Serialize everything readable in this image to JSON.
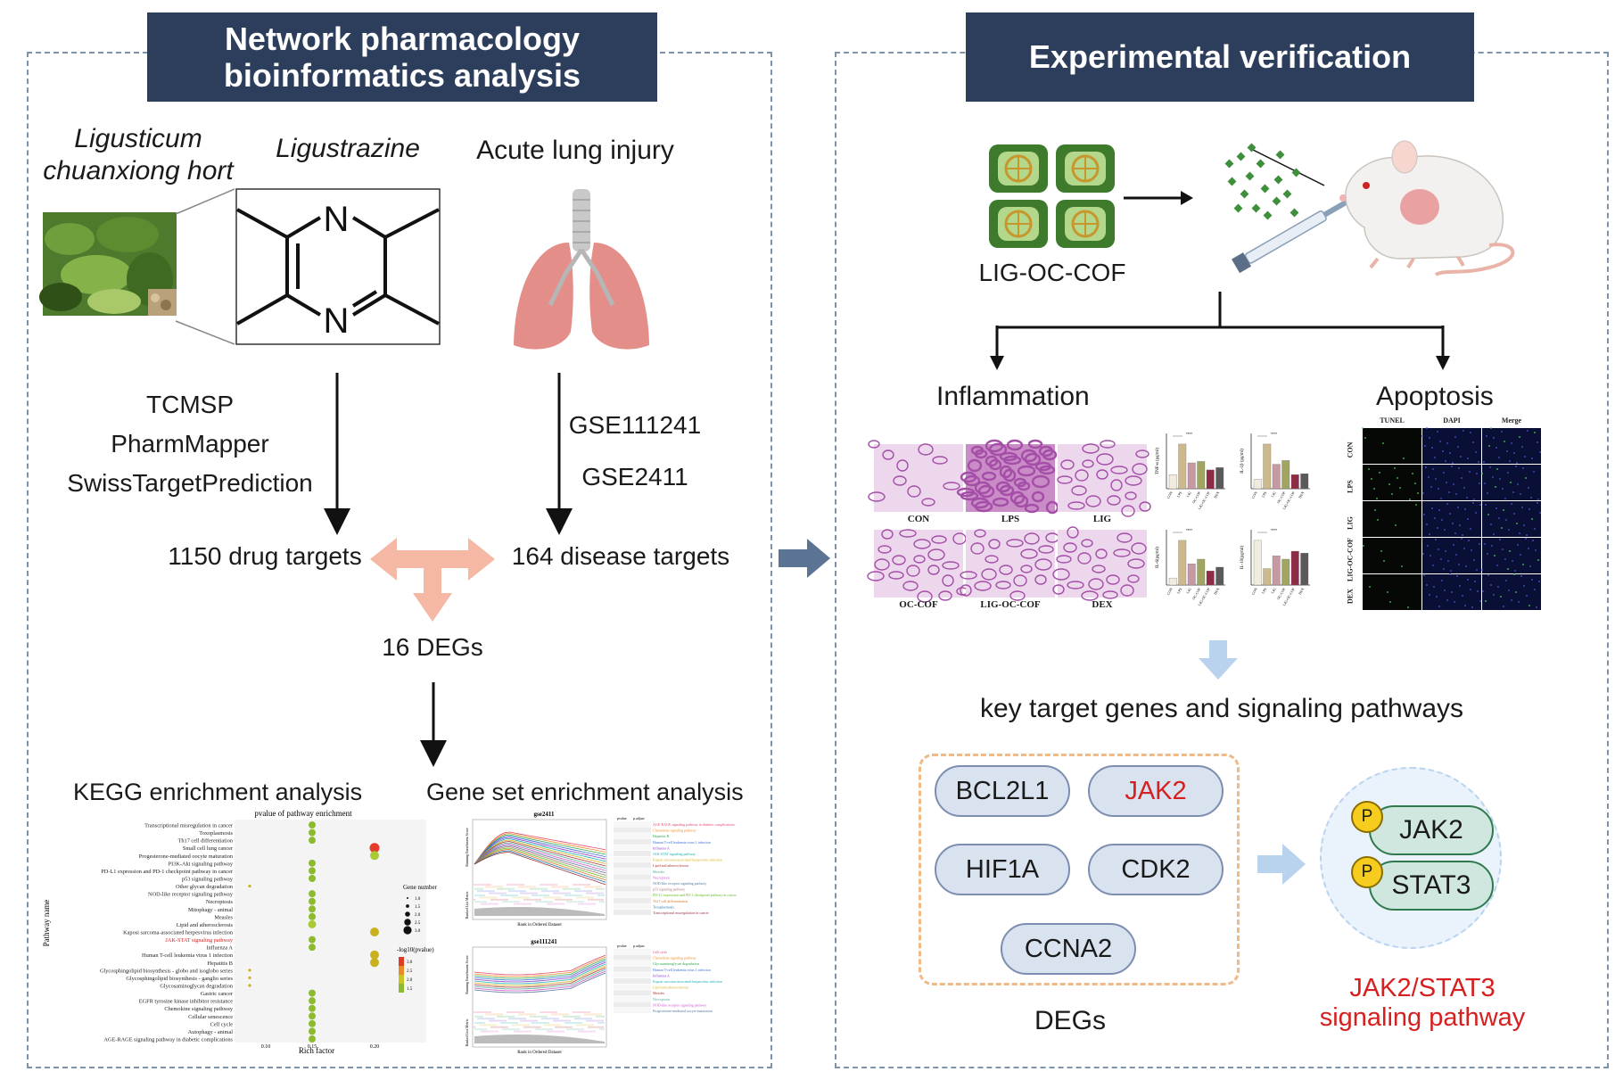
{
  "left": {
    "header": "Network pharmacology\nbioinformatics analysis",
    "herb_name": "Ligusticum\nchuanxiong hort",
    "compound_name": "Ligustrazine",
    "disease_name": "Acute lung injury",
    "drug_databases": [
      "TCMSP",
      "PharmMapper",
      "SwissTargetPrediction"
    ],
    "disease_datasets": [
      "GSE111241",
      "GSE2411"
    ],
    "drug_targets": "1150 drug targets",
    "disease_targets": "164 disease targets",
    "degs": "16 DEGs",
    "kegg_title": "KEGG enrichment analysis",
    "gsea_title": "Gene set enrichment analysis"
  },
  "right": {
    "header": "Experimental verification",
    "material_label": "LIG-OC-COF",
    "inflammation": "Inflammation",
    "apoptosis": "Apoptosis",
    "he_groups": [
      "CON",
      "LPS",
      "LIG",
      "OC-COF",
      "LIG-OC-COF",
      "DEX"
    ],
    "apoptosis_cols": [
      "TUNEL",
      "DAPI",
      "Merge"
    ],
    "apoptosis_rows": [
      "CON",
      "LPS",
      "LIG",
      "LIG-OC-COF",
      "DEX"
    ],
    "key_targets_title": "key target genes and signaling pathways",
    "genes": [
      "BCL2L1",
      "JAK2",
      "HIF1A",
      "CDK2",
      "CCNA2"
    ],
    "degs_label": "DEGs",
    "pathway_proteins": [
      "JAK2",
      "STAT3"
    ],
    "phospho_label": "P",
    "pathway_label": "JAK2/STAT3\nsignaling pathway"
  },
  "kegg_plot": {
    "title": "pvalue of pathway enrichment",
    "ylabel": "Pathway name",
    "xlabel": "Rich factor",
    "xticks": [
      "0.10",
      "0.15",
      "0.20"
    ],
    "legend_size_title": "Gene number",
    "legend_sizes": [
      "1.0",
      "1.5",
      "2.0",
      "2.5",
      "3.0"
    ],
    "legend_color_title": "-log10(pvalue)",
    "legend_colors": [
      "3.0",
      "2.5",
      "2.0",
      "1.5"
    ],
    "pathways": [
      "Transcriptional misregulation in cancer",
      "Toxoplasmosis",
      "Th17 cell differentiation",
      "Small cell lung cancer",
      "Progesterone-mediated oocyte maturation",
      "PI3K-Akt signaling pathway",
      "PD-L1 expression and PD-1 checkpoint pathway in cancer",
      "p53 signaling pathway",
      "Other glycan degradation",
      "NOD-like receptor signaling pathway",
      "Necroptosis",
      "Mitophagy - animal",
      "Measles",
      "Lipid and atherosclerosis",
      "Kaposi sarcoma-associated herpesvirus infection",
      "JAK-STAT signaling pathway",
      "Influenza A",
      "Human T-cell leukemia virus 1 infection",
      "Hepatitis B",
      "Glycosphingolipid biosynthesis - globo and isoglobo series",
      "Glycosphingolipid biosynthesis - ganglio series",
      "Glycosaminoglycan degradation",
      "Gastric cancer",
      "EGFR tyrosine kinase inhibitor resistance",
      "Chemokine signaling pathway",
      "Cellular senescence",
      "Cell cycle",
      "Autophagy - animal",
      "AGE-RAGE signaling pathway in diabetic complications"
    ]
  },
  "gsea_plot": {
    "panel1_title": "gse2411",
    "panel2_title": "gse111241",
    "xlabel": "Rank in Ordered Dataset",
    "ylabel_top": "Running Enrichment Score",
    "ylabel_bottom": "Ranked List Metric",
    "table_head": [
      "pvalue",
      "p.adjust"
    ],
    "panel1_terms": [
      "AGE-RAGE signaling pathway in diabetic complications",
      "Chemokine signaling pathway",
      "Hepatitis B",
      "Human T-cell leukemia virus 1 infection",
      "Influenza A",
      "JAK-STAT signaling pathway",
      "Kaposi sarcoma-associated herpesvirus infection",
      "Lipid and atherosclerosis",
      "Measles",
      "Necroptosis",
      "NOD-like receptor signaling pathway",
      "p53 signaling pathway",
      "PD-L1 expression and PD-1 checkpoint pathway in cancer",
      "Th17 cell differentiation",
      "Toxoplasmosis",
      "Transcriptional misregulation in cancer"
    ],
    "panel2_terms": [
      "Cell cycle",
      "Chemokine signaling pathway",
      "Glycosaminoglycan degradation",
      "Human T-cell leukemia virus 1 infection",
      "Influenza A",
      "Kaposi sarcoma-associated herpesvirus infection",
      "Lipid and atherosclerosis",
      "Measles",
      "Necroptosis",
      "NOD-like receptor signaling pathway",
      "Progesterone-mediated oocyte maturation"
    ]
  },
  "bar_charts": {
    "ylabels": [
      "TNF-α (pg/ml)",
      "IL-1β (pg/ml)",
      "IL-6(pg/ml)",
      "IL-10(pg/ml)"
    ],
    "groups": [
      "CON",
      "LPS",
      "LIG",
      "OC-COF",
      "LIG-OC-COF",
      "DEX"
    ],
    "series": [
      {
        "values": [
          0.3,
          0.95,
          0.55,
          0.58,
          0.4,
          0.45
        ]
      },
      {
        "values": [
          0.2,
          0.95,
          0.52,
          0.6,
          0.3,
          0.32
        ]
      },
      {
        "values": [
          0.15,
          0.95,
          0.45,
          0.55,
          0.3,
          0.38
        ]
      },
      {
        "values": [
          0.95,
          0.35,
          0.62,
          0.55,
          0.72,
          0.68
        ]
      }
    ],
    "sig_label": "****"
  },
  "colors": {
    "header_bg": "#2c3e5c",
    "accent_red": "#d61f1f",
    "pill_fill": "#d9e2ef",
    "arrow_pink": "#f5b8a4",
    "arrow_blue": "#5c7494",
    "arrow_light_blue": "#b9d3ee",
    "bars": [
      "#f2ecdf",
      "#cdb98d",
      "#c79aa3",
      "#a2a562",
      "#8e2b45",
      "#5a5a5a"
    ]
  }
}
